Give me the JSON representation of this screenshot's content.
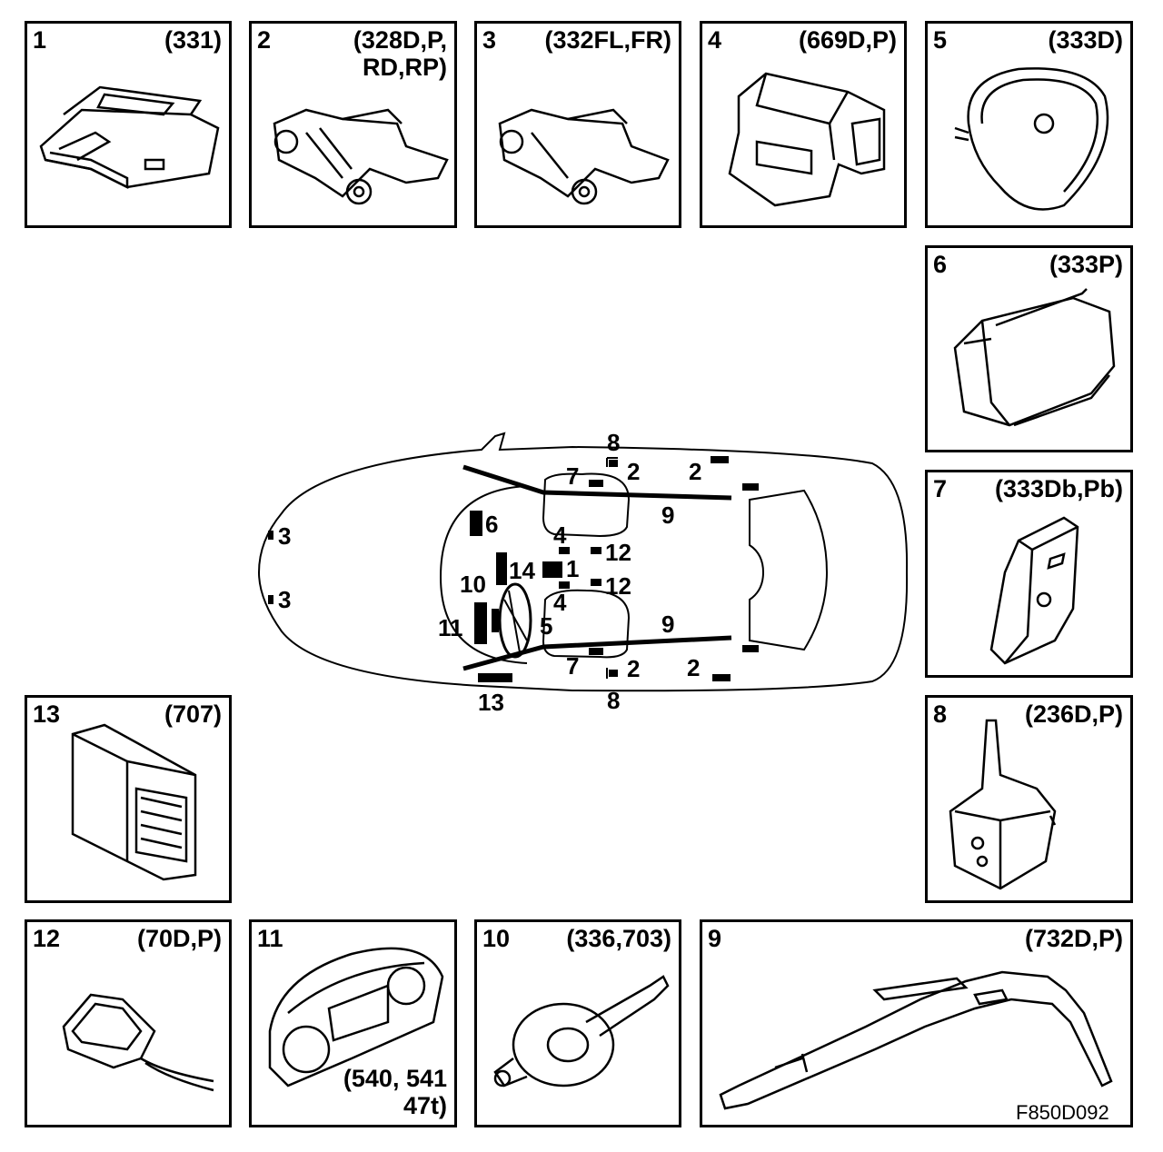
{
  "panels": [
    {
      "num": "1",
      "code": "(331)"
    },
    {
      "num": "2",
      "code": "(328D,P,\nRD,RP)"
    },
    {
      "num": "3",
      "code": "(332FL,FR)"
    },
    {
      "num": "4",
      "code": "(669D,P)"
    },
    {
      "num": "5",
      "code": "(333D)"
    },
    {
      "num": "6",
      "code": "(333P)"
    },
    {
      "num": "7",
      "code": "(333Db,Pb)"
    },
    {
      "num": "8",
      "code": "(236D,P)"
    },
    {
      "num": "13",
      "code": "(707)"
    },
    {
      "num": "12",
      "code": "(70D,P)"
    },
    {
      "num": "11",
      "code": "(540, 541\n47t)"
    },
    {
      "num": "10",
      "code": "(336,703)"
    },
    {
      "num": "9",
      "code": "(732D,P)"
    }
  ],
  "car_labels": {
    "l8_top": "8",
    "l2_a": "2",
    "l2_b": "2",
    "l7_top": "7",
    "l9_top": "9",
    "l6": "6",
    "l3_a": "3",
    "l3_b": "3",
    "l4_a": "4",
    "l12_a": "12",
    "l10": "10",
    "l14": "14",
    "l1": "1",
    "l12_b": "12",
    "l4_b": "4",
    "l11": "11",
    "l5": "5",
    "l9_bot": "9",
    "l7_bot": "7",
    "l2_c": "2",
    "l2_d": "2",
    "l13": "13",
    "l8_bot": "8"
  },
  "figure_id": "F850D092"
}
